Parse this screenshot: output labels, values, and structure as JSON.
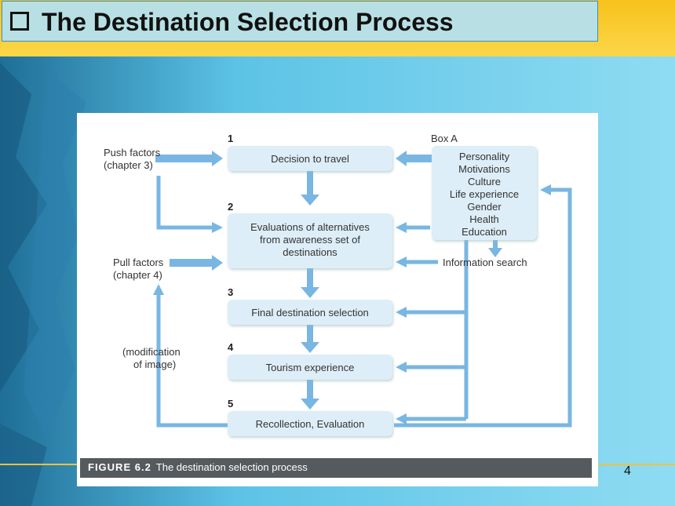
{
  "slide": {
    "title": "The Destination Selection Process",
    "page_number": "4"
  },
  "figure": {
    "caption_label": "FIGURE 6.2",
    "caption_text": "The destination selection process"
  },
  "steps": [
    {
      "num": "1",
      "text": [
        "Decision to travel"
      ]
    },
    {
      "num": "2",
      "text": [
        "Evaluations of alternatives",
        "from awareness set of",
        "destinations"
      ]
    },
    {
      "num": "3",
      "text": [
        "Final destination selection"
      ]
    },
    {
      "num": "4",
      "text": [
        "Tourism experience"
      ]
    },
    {
      "num": "5",
      "text": [
        "Recollection, Evaluation"
      ]
    }
  ],
  "box_a": {
    "label": "Box A",
    "items": [
      "Personality",
      "Motivations",
      "Culture",
      "Life experience",
      "Gender",
      "Health",
      "Education"
    ]
  },
  "labels": {
    "push": [
      "Push factors",
      "(chapter 3)"
    ],
    "pull": [
      "Pull factors",
      "(chapter 4)"
    ],
    "modification": [
      "(modification",
      "of image)"
    ],
    "info_search": "Information search"
  }
}
